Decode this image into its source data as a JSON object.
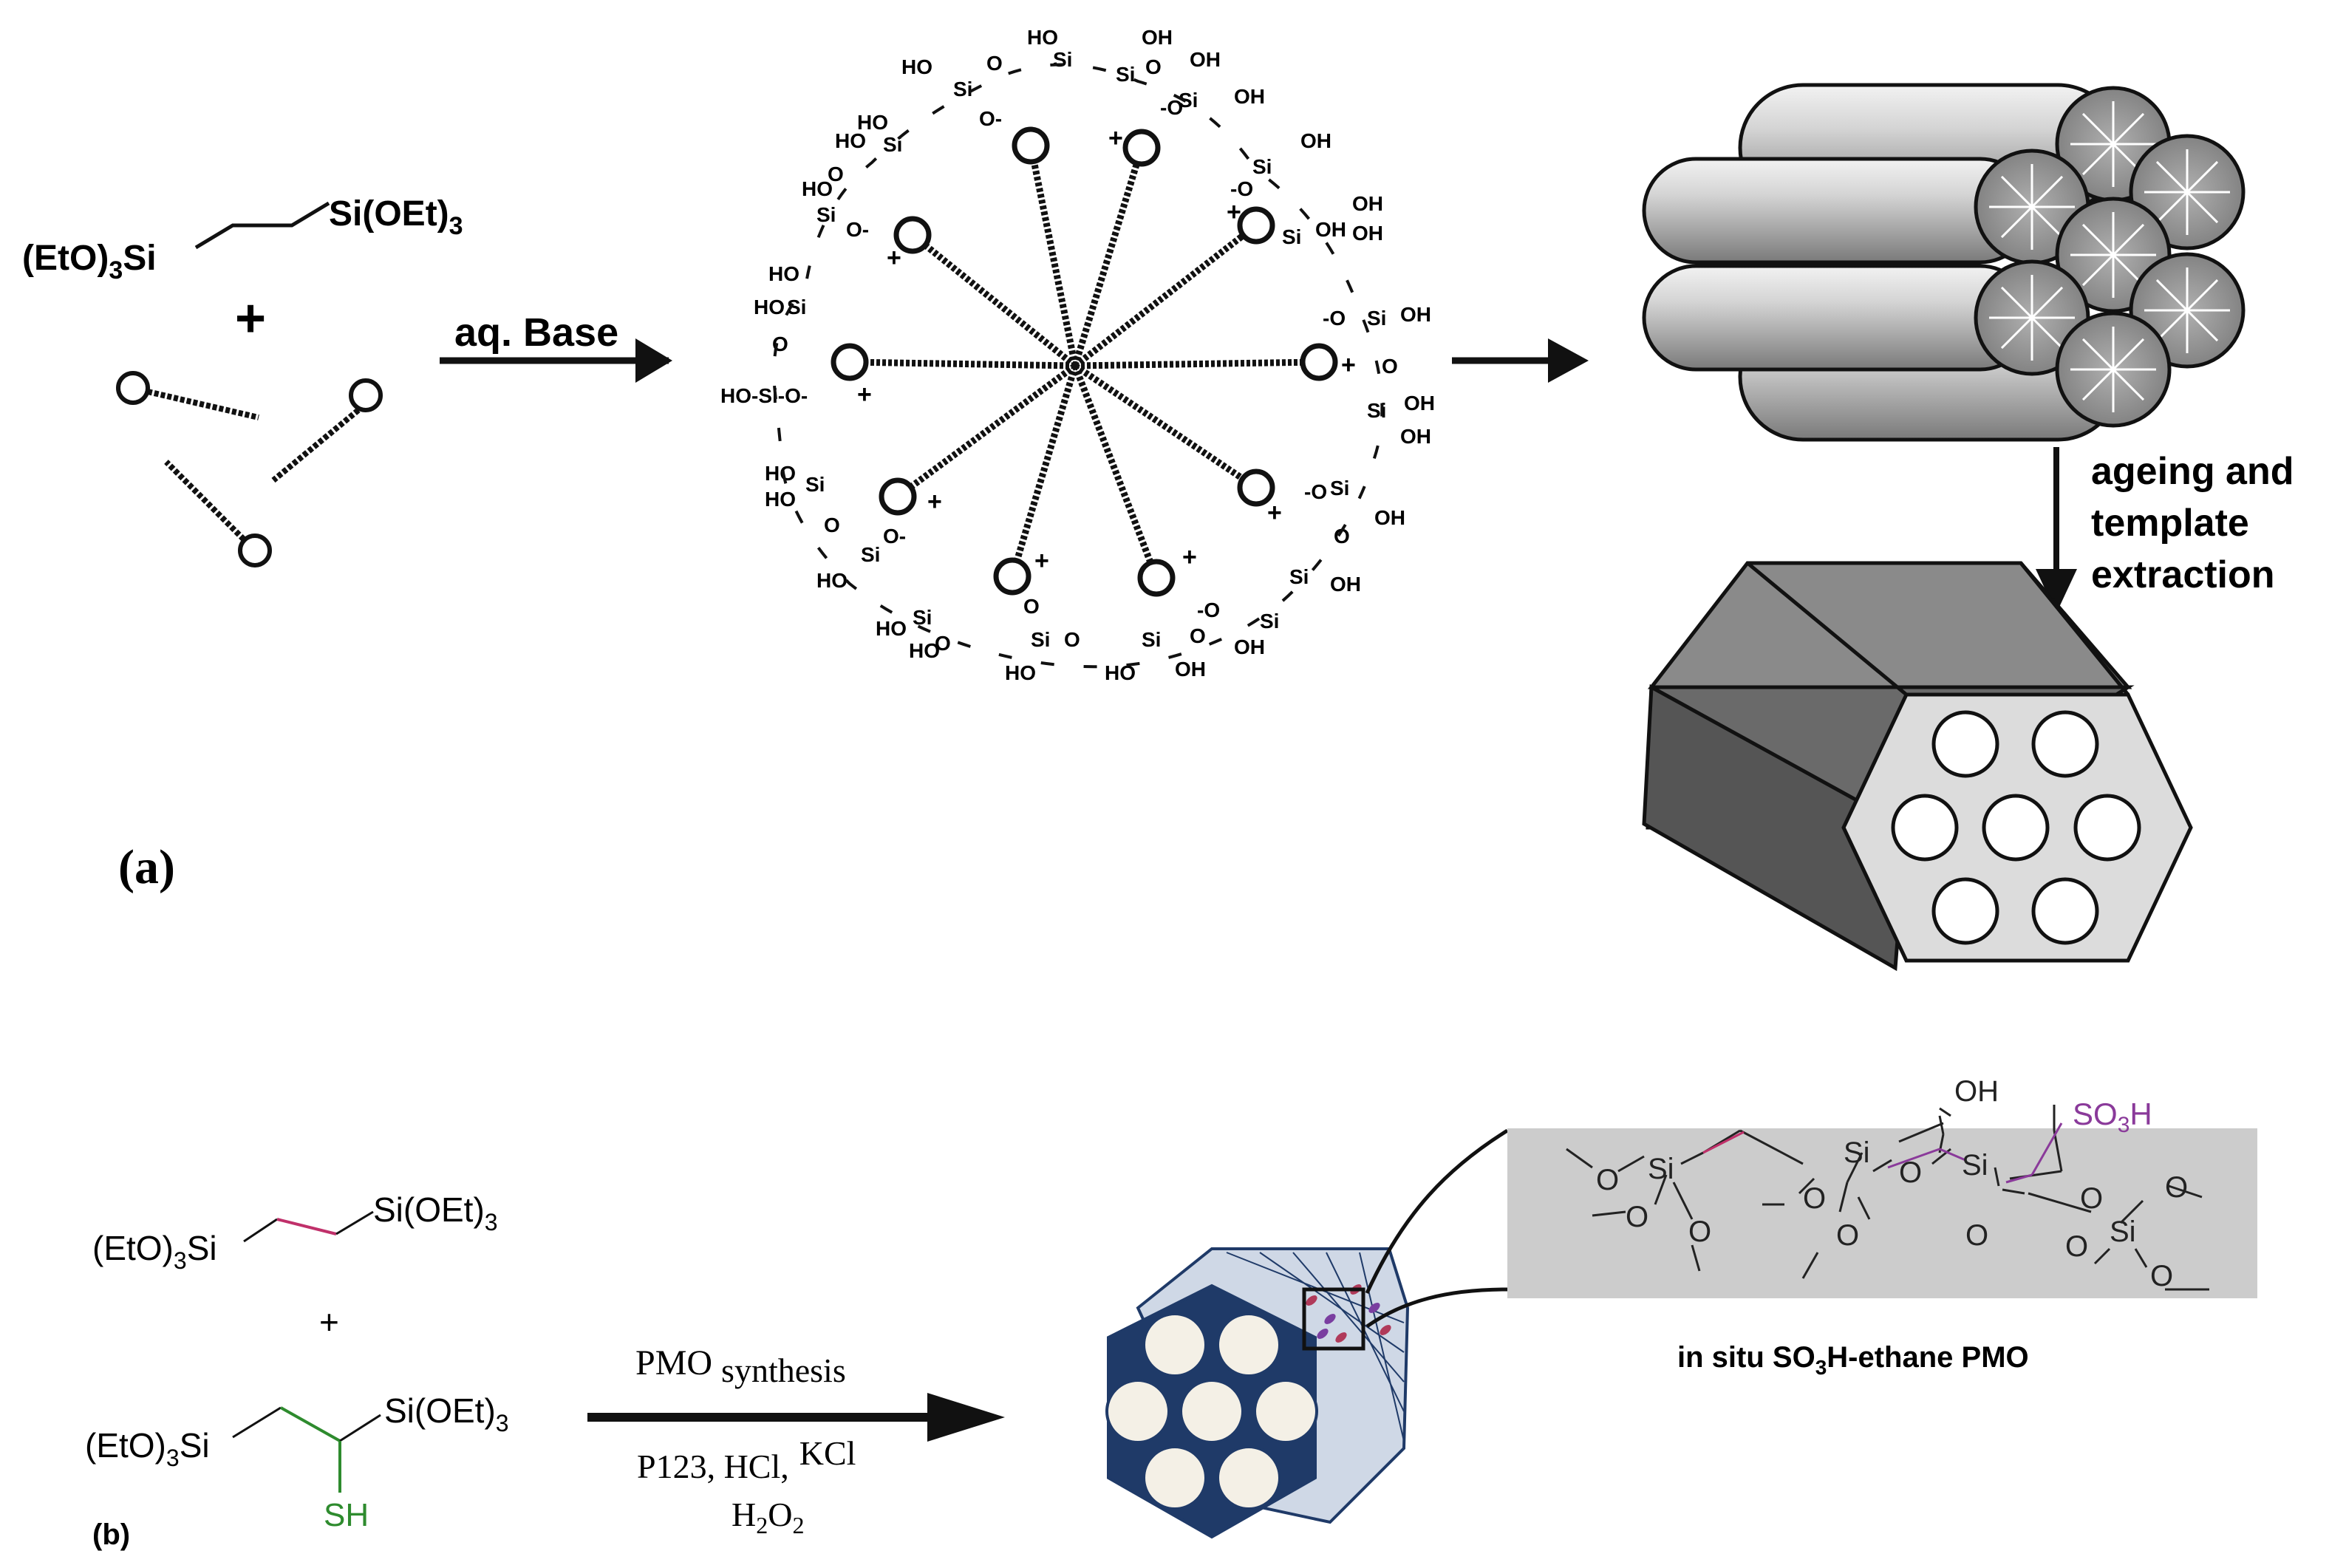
{
  "panel_a": {
    "label": "(a)",
    "reactant_left": "(EtO)",
    "reactant_left_sub": "3",
    "reactant_left_end": "Si",
    "reactant_right": "Si(OEt)",
    "reactant_right_sub": "3",
    "plus": "+",
    "arrow_label": "aq. Base",
    "ageing_line1": "ageing and",
    "ageing_line2": "template",
    "ageing_line3": "extraction",
    "micelle_text": {
      "si": "Si",
      "oh": "OH",
      "ho": "HO",
      "o": "O",
      "o_minus": "O-",
      "minus_o": "-O",
      "ho_si_o_minus": "HO-Si-O-",
      "plus": "+"
    }
  },
  "panel_b": {
    "label": "(b)",
    "r1_left": "(EtO)",
    "r1_left_sub": "3",
    "r1_left_end": "Si",
    "r1_right": "Si(OEt)",
    "r1_right_sub": "3",
    "plus": "+",
    "r2_left": "(EtO)",
    "r2_left_sub": "3",
    "r2_left_end": "Si",
    "r2_right": "Si(OEt)",
    "r2_right_sub": "3",
    "r2_sh": "SH",
    "arrow_top": "PMO",
    "arrow_top_small": "synthesis",
    "arrow_bottom1": "P123, HCl,",
    "arrow_bottom1_end": "KCl",
    "arrow_bottom2": "H",
    "arrow_bottom2_sub1": "2",
    "arrow_bottom2_mid": "O",
    "arrow_bottom2_sub2": "2",
    "zoom_oh": "OH",
    "zoom_so3h": "SO",
    "zoom_so3h_sub": "3",
    "zoom_so3h_end": "H",
    "zoom_si": "Si",
    "zoom_o": "O",
    "caption_pre": "in situ ",
    "caption_so": "SO",
    "caption_sub": "3",
    "caption_post": "H-ethane PMO"
  },
  "colors": {
    "ink": "#111111",
    "magenta_bond": "#c0306a",
    "green_bond": "#2e8b2e",
    "purple": "#8a3a9a",
    "pmo_blue": "#1f3a68",
    "pmo_face": "#cfd8e6",
    "zoom_bg": "#cccccc",
    "pore_fill": "#f4f0e6"
  }
}
